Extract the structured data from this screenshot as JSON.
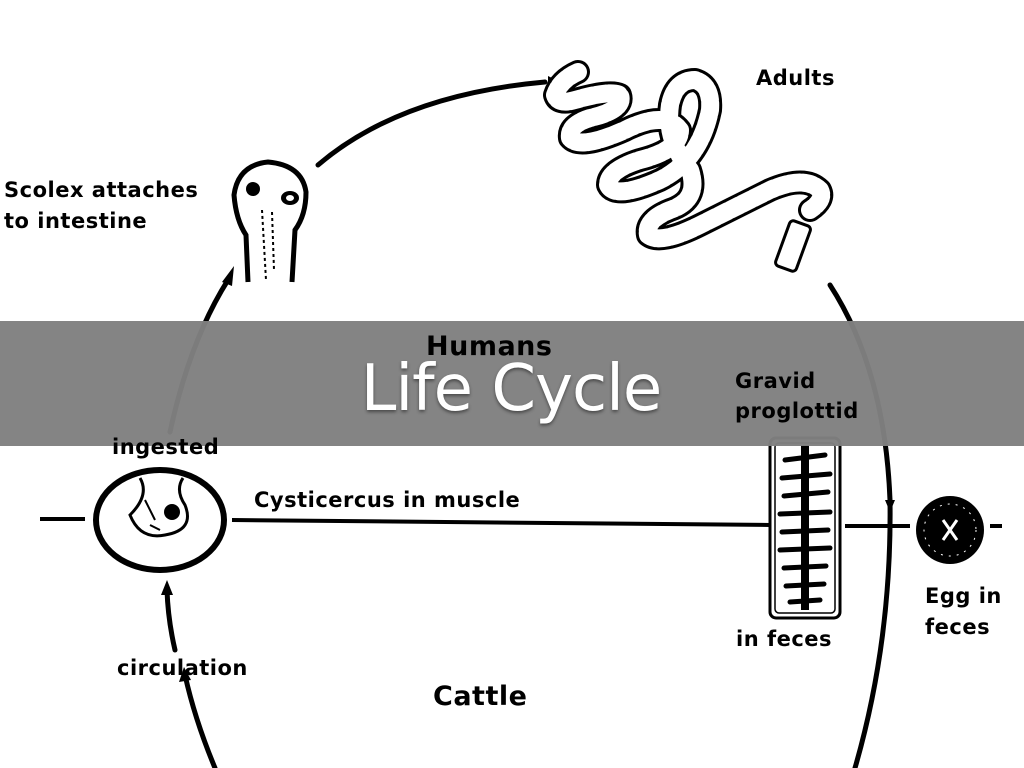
{
  "slide": {
    "title": "Life Cycle",
    "banner_color": "#808080",
    "title_color": "#ffffff"
  },
  "diagram": {
    "hosts": {
      "definitive": "Humans",
      "intermediate": "Cattle"
    },
    "stages": {
      "scolex": "Scolex attaches\nto intestine",
      "scolex_line1": "Scolex attaches",
      "scolex_line2": "to intestine",
      "adults": "Adults",
      "gravid_line1": "Gravid",
      "gravid_line2": "proglottid",
      "in_feces": "in feces",
      "egg_line1": "Egg in",
      "egg_line2": "feces",
      "ingested": "ingested",
      "cysticercus": "Cysticercus in muscle",
      "circulation": "circulation"
    },
    "icons": [
      "scolex-illustration",
      "adult-tapeworm-illustration",
      "proglottid-illustration",
      "egg-illustration",
      "cysticercus-illustration",
      "cycle-arrow"
    ]
  }
}
